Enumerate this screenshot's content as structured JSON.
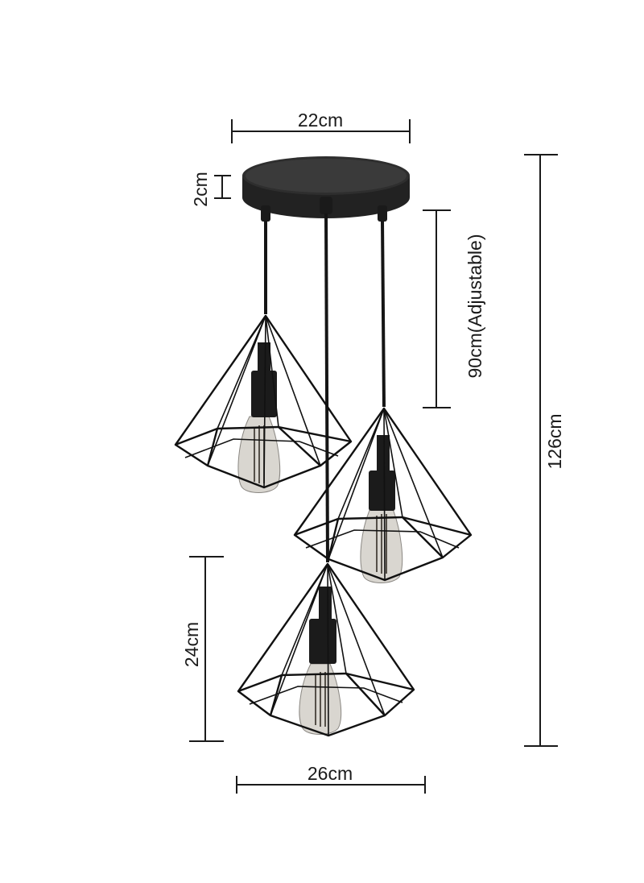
{
  "dimensions": {
    "canopy_width": "22cm",
    "canopy_height": "2cm",
    "cord_length": "90cm(Adjustable)",
    "total_height": "126cm",
    "shade_height": "24cm",
    "shade_width": "26cm"
  },
  "colors": {
    "metal": "#111111",
    "bulb_glass": "#d9d6d0",
    "dimension_lines": "#1a1a1a",
    "background": "#ffffff"
  }
}
